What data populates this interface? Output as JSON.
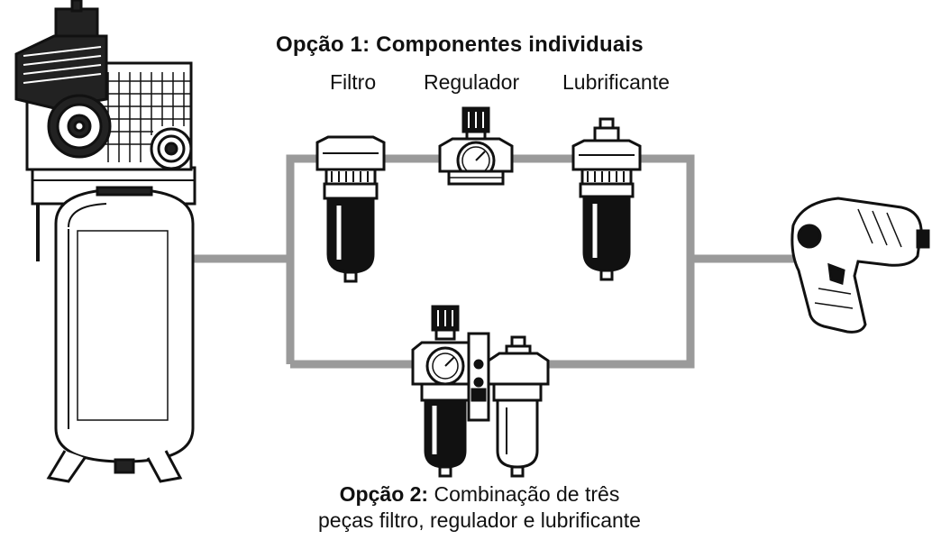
{
  "option1": {
    "title": "Opção 1: Componentes individuais",
    "labels": {
      "filter": "Filtro",
      "regulator": "Regulador",
      "lubricator": "Lubrificante"
    }
  },
  "option2": {
    "title_bold": "Opção 2:",
    "title_rest": "Combinação de três",
    "line2": "peças filtro, regulador e lubrificante"
  },
  "colors": {
    "pipe": "#9a9a9a",
    "ink": "#111111",
    "background": "#ffffff"
  },
  "icons": [
    "air-compressor-icon",
    "filter-icon",
    "regulator-icon",
    "lubricator-icon",
    "frl-combo-icon",
    "impact-wrench-icon"
  ]
}
